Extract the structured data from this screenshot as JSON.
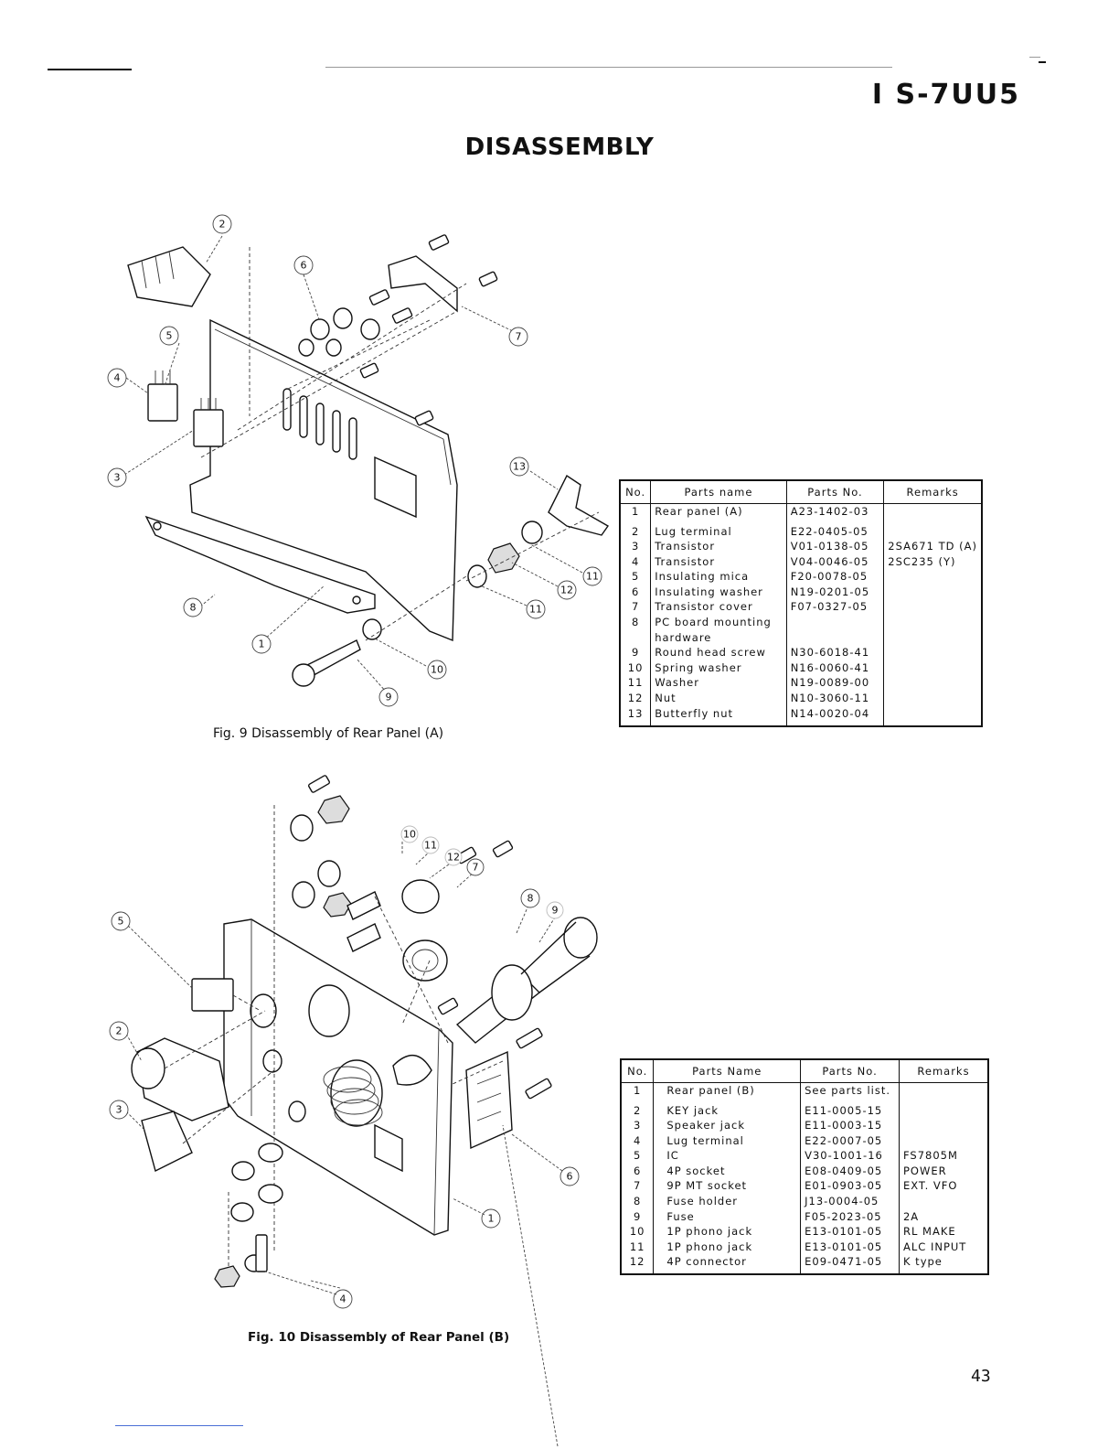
{
  "header": {
    "model_id": "I  S-7UU5",
    "title": "DISASSEMBLY"
  },
  "figure_a": {
    "caption": "Fig. 9  Disassembly of Rear Panel (A)",
    "callouts": [
      "2",
      "6",
      "7",
      "5",
      "4",
      "3",
      "13",
      "11",
      "12",
      "11",
      "8",
      "1",
      "10",
      "9"
    ],
    "table": {
      "headers": [
        "No.",
        "Parts name",
        "Parts No.",
        "Remarks"
      ],
      "rows": [
        {
          "no": "1",
          "name": "Rear panel (A)",
          "part": "A23-1402-03",
          "remarks": ""
        },
        {
          "no": "2",
          "name": "Lug terminal",
          "part": "E22-0405-05",
          "remarks": ""
        },
        {
          "no": "3",
          "name": "Transistor",
          "part": "V01-0138-05",
          "remarks": "2SA671 TD (A)"
        },
        {
          "no": "4",
          "name": "Transistor",
          "part": "V04-0046-05",
          "remarks": "2SC235 (Y)"
        },
        {
          "no": "5",
          "name": "Insulating mica",
          "part": "F20-0078-05",
          "remarks": ""
        },
        {
          "no": "6",
          "name": "Insulating washer",
          "part": "N19-0201-05",
          "remarks": ""
        },
        {
          "no": "7",
          "name": "Transistor cover",
          "part": "F07-0327-05",
          "remarks": ""
        },
        {
          "no": "8",
          "name": "PC board mounting",
          "part": "",
          "remarks": ""
        },
        {
          "no": "",
          "name": "hardware",
          "part": "",
          "remarks": ""
        },
        {
          "no": "9",
          "name": "Round head screw",
          "part": "N30-6018-41",
          "remarks": ""
        },
        {
          "no": "10",
          "name": "Spring washer",
          "part": "N16-0060-41",
          "remarks": ""
        },
        {
          "no": "11",
          "name": "Washer",
          "part": "N19-0089-00",
          "remarks": ""
        },
        {
          "no": "12",
          "name": "Nut",
          "part": "N10-3060-11",
          "remarks": ""
        },
        {
          "no": "13",
          "name": "Butterfly nut",
          "part": "N14-0020-04",
          "remarks": ""
        }
      ]
    }
  },
  "figure_b": {
    "caption": "Fig. 10  Disassembly of Rear Panel (B)",
    "callouts": [
      "10",
      "11",
      "12",
      "7",
      "8",
      "9",
      "5",
      "2",
      "3",
      "6",
      "1",
      "4"
    ],
    "table": {
      "headers": [
        "No.",
        "Parts Name",
        "Parts No.",
        "Remarks"
      ],
      "rows": [
        {
          "no": "1",
          "name": "Rear panel (B)",
          "part": "See parts list.",
          "remarks": ""
        },
        {
          "no": "2",
          "name": "KEY jack",
          "part": "E11-0005-15",
          "remarks": ""
        },
        {
          "no": "3",
          "name": "Speaker jack",
          "part": "E11-0003-15",
          "remarks": ""
        },
        {
          "no": "4",
          "name": "Lug terminal",
          "part": "E22-0007-05",
          "remarks": ""
        },
        {
          "no": "5",
          "name": "IC",
          "part": "V30-1001-16",
          "remarks": "FS7805M"
        },
        {
          "no": "6",
          "name": "4P socket",
          "part": "E08-0409-05",
          "remarks": "POWER"
        },
        {
          "no": "7",
          "name": "9P MT socket",
          "part": "E01-0903-05",
          "remarks": "EXT. VFO"
        },
        {
          "no": "8",
          "name": "Fuse holder",
          "part": "J13-0004-05",
          "remarks": ""
        },
        {
          "no": "9",
          "name": "Fuse",
          "part": "F05-2023-05",
          "remarks": "2A"
        },
        {
          "no": "10",
          "name": "1P phono jack",
          "part": "E13-0101-05",
          "remarks": "RL MAKE"
        },
        {
          "no": "11",
          "name": "1P phono jack",
          "part": "E13-0101-05",
          "remarks": "ALC INPUT"
        },
        {
          "no": "12",
          "name": "4P connector",
          "part": "E09-0471-05",
          "remarks": "K type"
        }
      ]
    }
  },
  "footer": {
    "page_number": "43"
  }
}
